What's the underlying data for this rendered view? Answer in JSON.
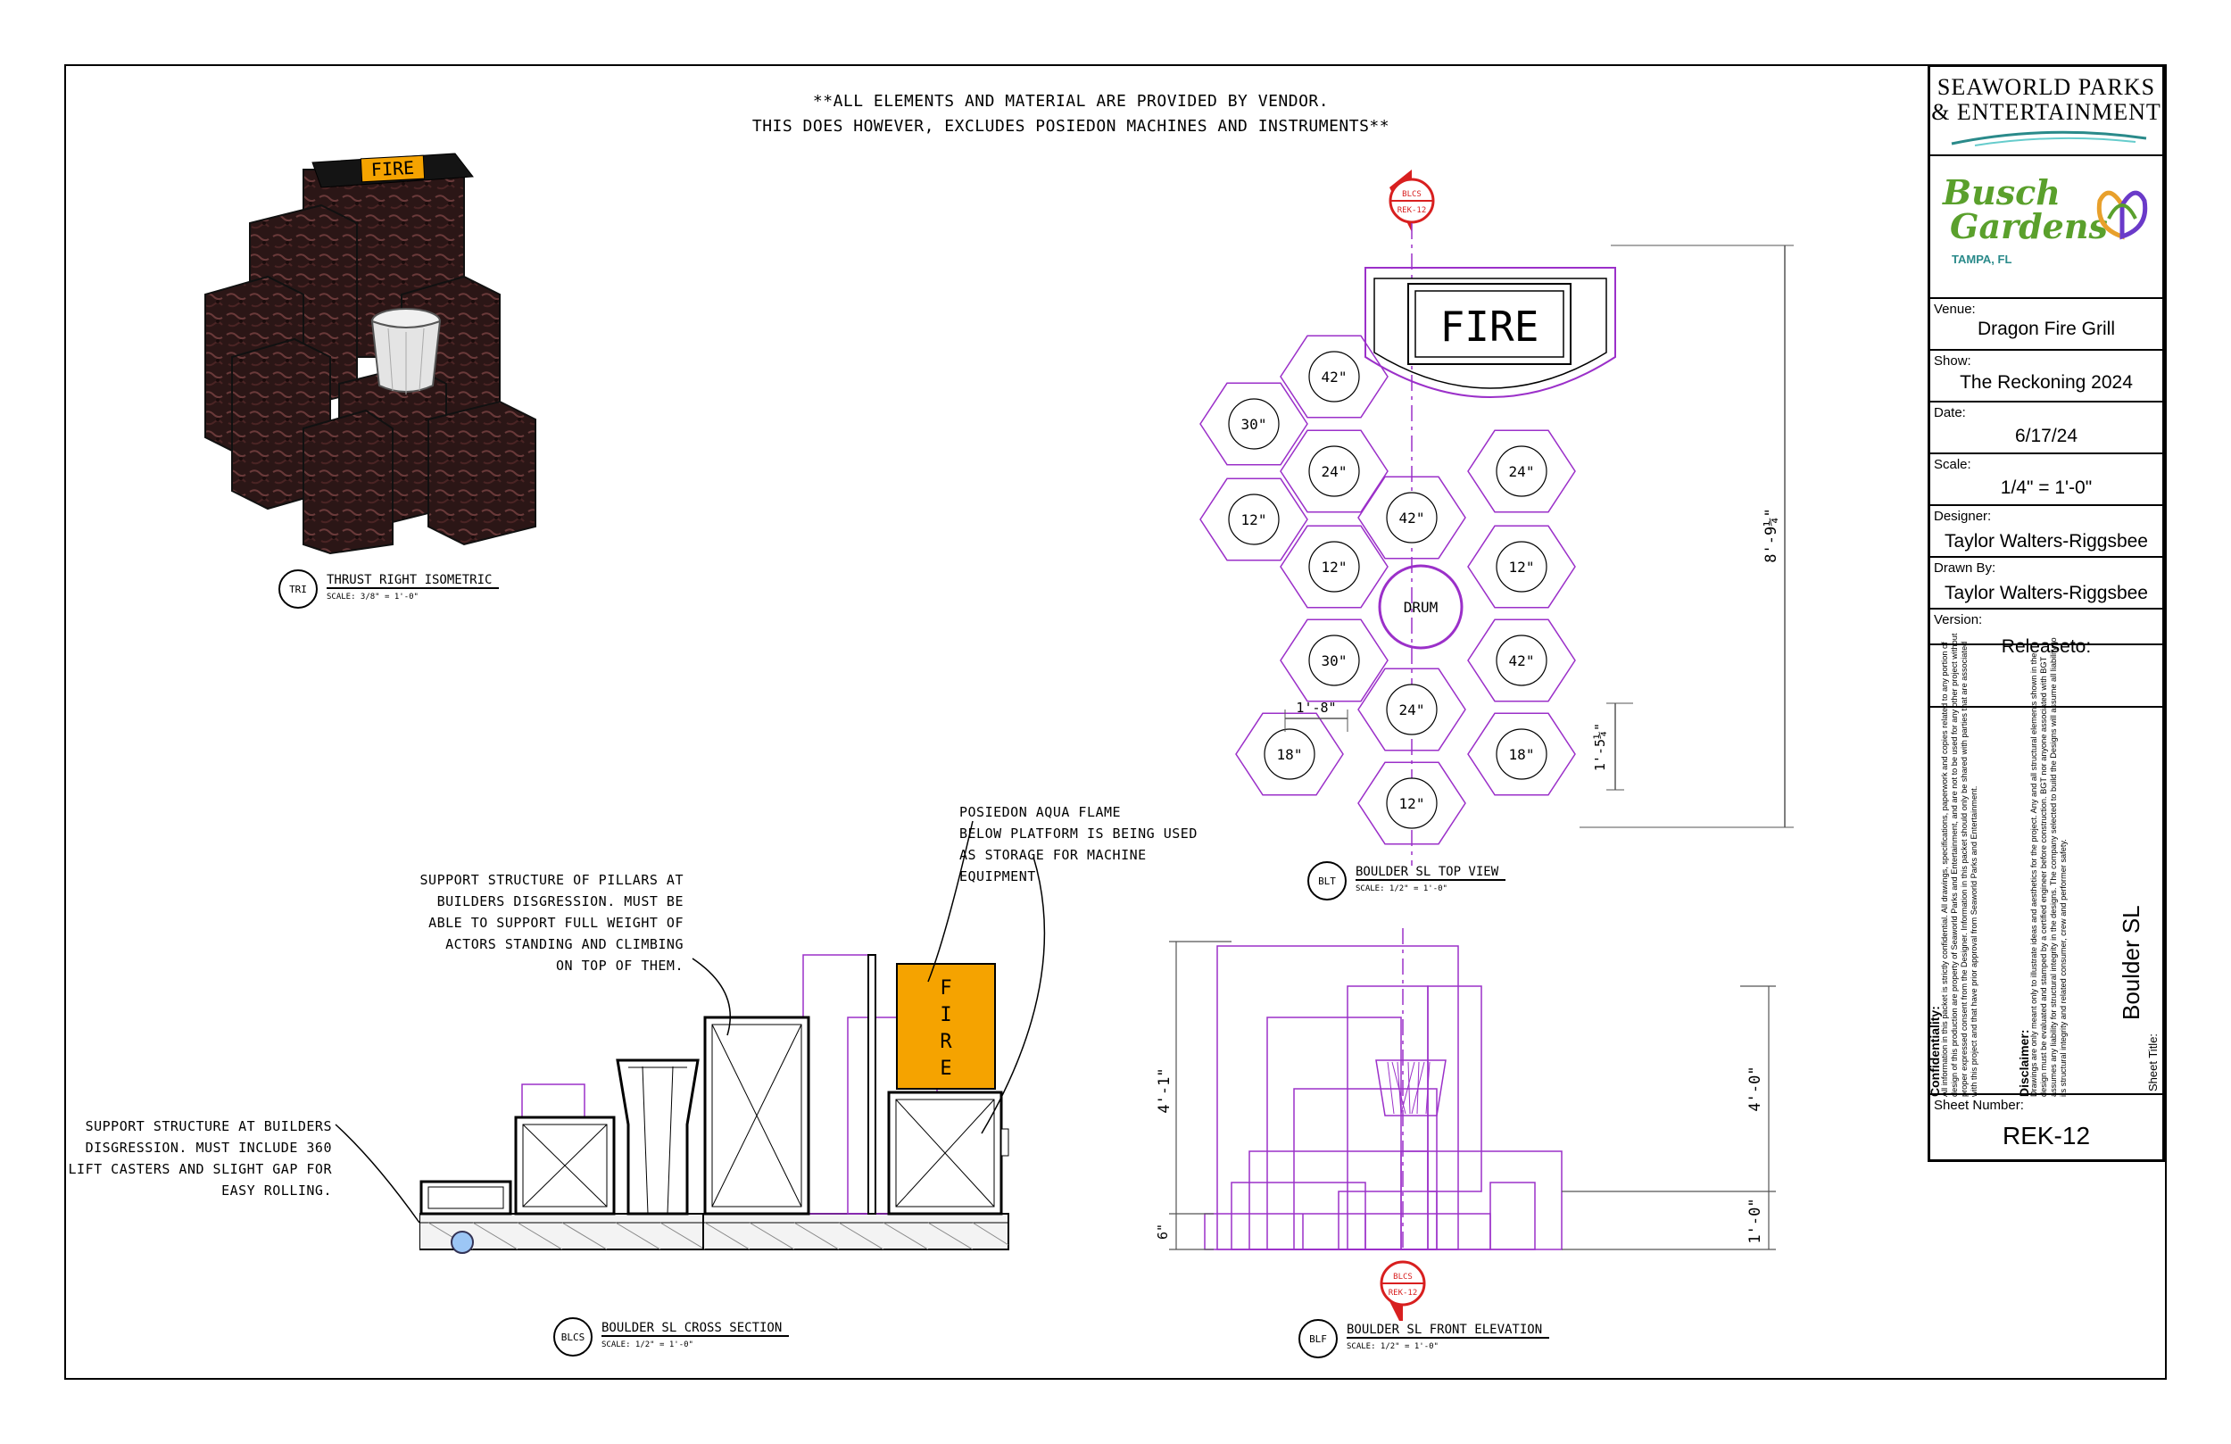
{
  "top_note": {
    "line1": "**ALL ELEMENTS AND MATERIAL ARE PROVIDED BY VENDOR.",
    "line2": "THIS DOES HOWEVER, EXCLUDES POSIEDON MACHINES AND INSTRUMENTS**"
  },
  "isometric": {
    "sign": "FIRE",
    "tag": "TRI",
    "title": "THRUST RIGHT ISOMETRIC",
    "scale": "SCALE: 3/8\" = 1'-0\""
  },
  "top_view": {
    "sign": "FIRE",
    "drum": "DRUM",
    "hexes": [
      "42\"",
      "30\"",
      "24\"",
      "24\"",
      "12\"",
      "42\"",
      "12\"",
      "12\"",
      "30\"",
      "42\"",
      "24\"",
      "18\"",
      "18\"",
      "12\""
    ],
    "dim_overall": "8'-9¼\"",
    "dim_width": "1'-8\"",
    "dim_side": "1'-5¼\"",
    "section_tag_top": "BLCS",
    "section_tag_bottom": "REK-12",
    "tag": "BLT",
    "title": "BOULDER SL TOP VIEW",
    "scale": "SCALE: 1/2\" = 1'-0\""
  },
  "cross_section": {
    "fire_letters": [
      "F",
      "I",
      "R",
      "E"
    ],
    "note_pillars": [
      "SUPPORT STRUCTURE OF PILLARS AT",
      "BUILDERS DISGRESSION. MUST BE",
      "ABLE TO SUPPORT FULL WEIGHT OF",
      "ACTORS STANDING AND CLIMBING",
      "ON TOP OF THEM."
    ],
    "note_aqua": [
      "POSIEDON AQUA FLAME",
      "BELOW PLATFORM IS BEING USED",
      "AS STORAGE FOR MACHINE",
      "EQUIPMENT"
    ],
    "note_casters": [
      "SUPPORT STRUCTURE AT BUILDERS",
      "DISGRESSION. MUST INCLUDE 360",
      "LIFT CASTERS AND SLIGHT GAP FOR",
      "EASY ROLLING."
    ],
    "tag": "BLCS",
    "title": "BOULDER SL CROSS SECTION",
    "scale": "SCALE: 1/2\" = 1'-0\""
  },
  "front_elevation": {
    "dim_left": "4'-1\"",
    "dim_left_base": "6\"",
    "dim_right": "4'-0\"",
    "dim_right_base": "1'-0\"",
    "section_tag_top": "BLCS",
    "section_tag_bottom": "REK-12",
    "tag": "BLF",
    "title": "BOULDER SL FRONT ELEVATION",
    "scale": "SCALE: 1/2\" = 1'-0\""
  },
  "title_block": {
    "company_line1": "SEAWORLD PARKS",
    "company_line2": "& ENTERTAINMENT",
    "park_line1": "Busch",
    "park_line2": "Gardens",
    "park_city": "TAMPA, FL",
    "venue_label": "Venue:",
    "venue": "Dragon Fire Grill",
    "show_label": "Show:",
    "show": "The Reckoning 2024",
    "date_label": "Date:",
    "date": "6/17/24",
    "scale_label": "Scale:",
    "scale": "1/4\" = 1'-0\"",
    "designer_label": "Designer:",
    "designer": "Taylor Walters-Riggsbee",
    "drawn_label": "Drawn By:",
    "drawn": "Taylor Walters-Riggsbee",
    "version_label": "Version:",
    "version": "Releaseto:",
    "conf_title": "Confidentiality:",
    "conf_text": "All information in this packet is strictly confidential. All drawings, specifications, paperwork and copies related to any portion of design of this production are property of Seaworld Parks and Entertainment, and are not to be used for any other project without proper expressed consent from the Designer. Information in this packet should only be shared with parties that are associated with this project and that have prior approval from Seaworld Parks and Entertainment.",
    "disc_title": "Disclaimer:",
    "disc_text": "Drawings are only meant only to illustrate ideas and aesthetics for the project. Any and all structural elements shown in the design must be evaluated and stamped by a certified engineer before construction. BGT nor anyone associated with BGT assumes any liability for structural integrity in the designs. The company selected to build the Designs will assume all liability to its structural integrity and related consumer, crew and performer safety.",
    "sheet_title_label": "Sheet Title:",
    "sheet_title": "Boulder SL",
    "sheet_number_label": "Sheet Number:",
    "sheet_number": "REK-12"
  },
  "colors": {
    "line": "#9b30c9",
    "fire_orange": "#f5a300",
    "section_red": "#d81f1f",
    "rock_dark": "#2a1414",
    "brand_green": "#5aa02c",
    "brand_teal": "#2a8a8a"
  }
}
